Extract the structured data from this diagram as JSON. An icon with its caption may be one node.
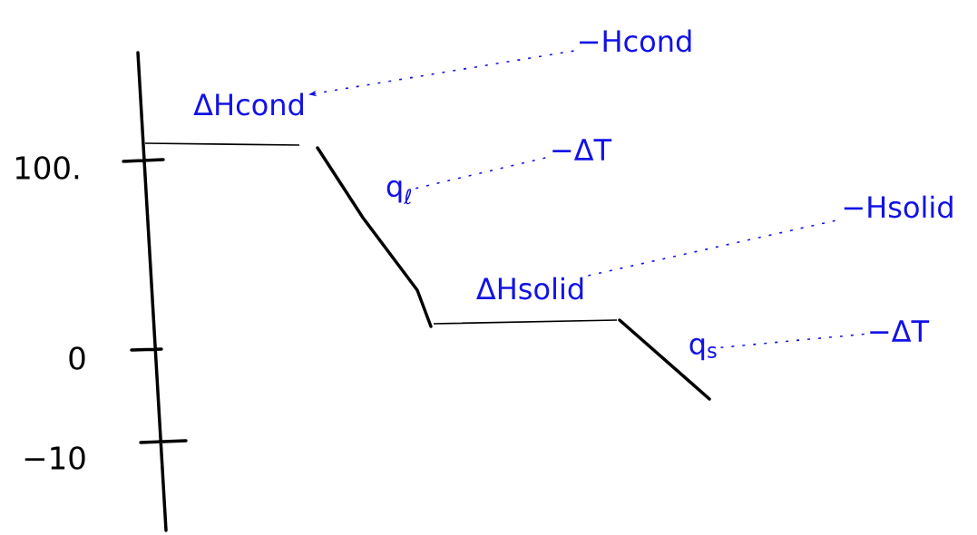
{
  "diagram": {
    "nodes": [
      {
        "text": [
          "ΔHcond"
        ]
      },
      {
        "text": [
          "q$_{ℓ}$"
        ]
      },
      {
        "text": [
          "ΔHsolid"
        ]
      },
      {
        "text": [
          "q$_{s}$"
        ]
      },
      {
        "text": [
          "−Hcond"
        ]
      },
      {
        "text": [
          "−ΔT"
        ]
      },
      {
        "text": [
          "−Hsolid"
        ]
      },
      {
        "text": [
          "−ΔT"
        ]
      }
    ],
    "edges": [
      {
        "from": 4,
        "to": 0,
        "arrow": "to",
        "style": "dashed"
      },
      {
        "from": 1,
        "to": 5,
        "arrow": "none",
        "style": "dashed"
      },
      {
        "from": 2,
        "to": 6,
        "arrow": "none",
        "style": "dashed"
      },
      {
        "from": 3,
        "to": 7,
        "arrow": "none",
        "style": "dashed"
      }
    ],
    "labels": [
      "100.",
      "0",
      "−10"
    ]
  }
}
